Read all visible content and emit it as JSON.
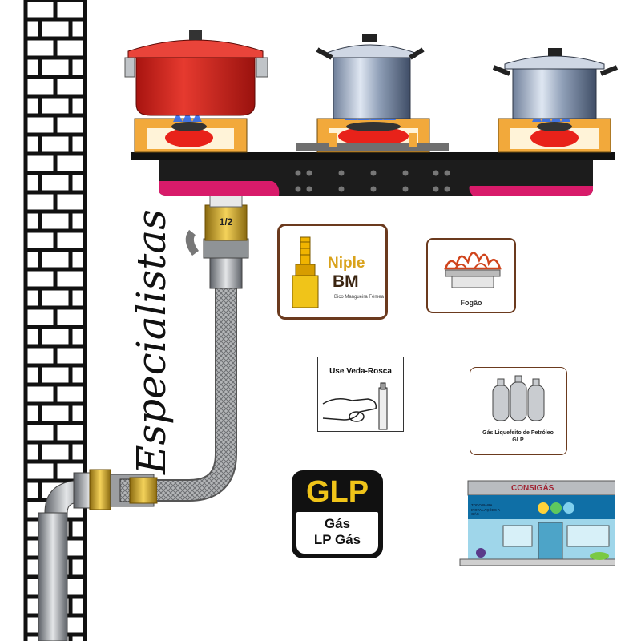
{
  "vertical_text": "Especialistas",
  "regulator_label": "1/2",
  "niple_card": {
    "title": "Niple",
    "code": "BM",
    "subtitle": "Bico Mangueira Fêmea"
  },
  "fogao_card": {
    "label": "Fogão"
  },
  "veda_card": {
    "label": "Use Veda-Rosca"
  },
  "glp_gas_card": {
    "label_line1": "Gás Liquefeito de Petróleo",
    "label_line2": "GLP"
  },
  "glp_badge": {
    "top": "GLP",
    "line1": "Gás",
    "line2": "LP Gás"
  },
  "store": {
    "brand": "CONSIGÁS",
    "tagline": "TODO PARA INSTALAÇÕES A GÁS"
  },
  "colors": {
    "pot_red": "#d8231e",
    "hose": "#a9a9a9",
    "stove_black": "#1c1c1c",
    "trim_magenta": "#d81b6a",
    "grate_orange": "#f2a93b",
    "glp_yellow": "#f0c419",
    "brand_brown": "#6b3a1e"
  }
}
